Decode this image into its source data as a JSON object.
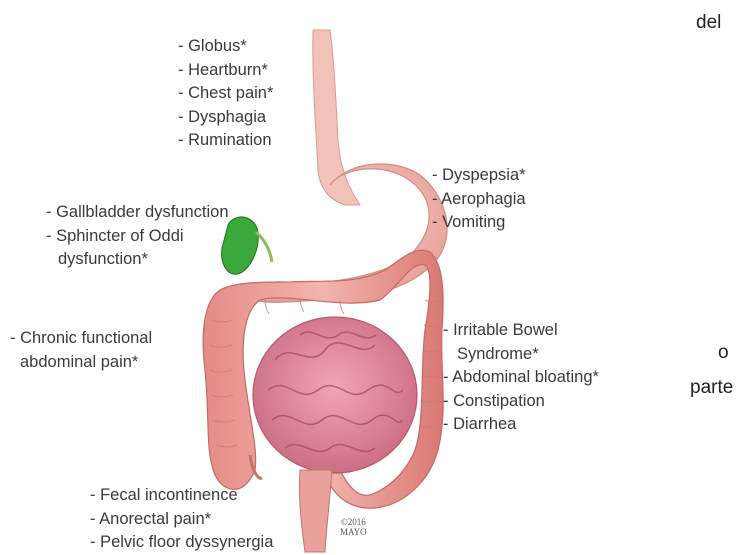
{
  "labels": {
    "esophagus": [
      "- Globus*",
      "- Heartburn*",
      "- Chest pain*",
      "- Dysphagia",
      "- Rumination"
    ],
    "stomach": [
      "- Dyspepsia*",
      "- Aerophagia",
      "- Vomiting"
    ],
    "gallbladder": [
      "- Gallbladder dysfunction",
      "- Sphincter of Oddi",
      "dysfunction*"
    ],
    "abdominal": [
      "- Chronic functional",
      "abdominal pain*"
    ],
    "bowel": [
      "- Irritable Bowel",
      "Syndrome*",
      "- Abdominal bloating*",
      "- Constipation",
      "- Diarrhea"
    ],
    "anorectal": [
      "- Fecal incontinence",
      "- Anorectal pain*",
      "- Pelvic floor dyssynergia"
    ]
  },
  "side_text": {
    "top": "del",
    "middle": "o",
    "bottom": "parte"
  },
  "copyright": [
    "©2016",
    "MAYO"
  ],
  "colors": {
    "organ": "#eaa3a0",
    "organ_dark": "#c8706f",
    "gallbladder": "#3aa83a",
    "text": "#3a3a3a"
  }
}
